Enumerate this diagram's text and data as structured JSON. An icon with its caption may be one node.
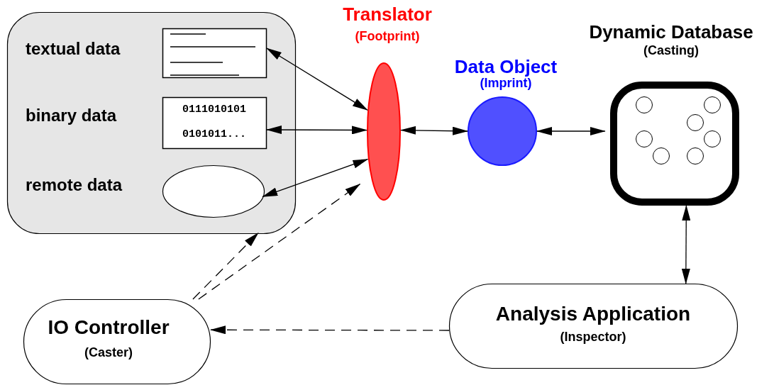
{
  "diagram": {
    "nodes": [
      {
        "text": [],
        "shape": "box"
      },
      {
        "text": [],
        "shape": "box",
        "in": 0,
        "beside": [
          "textual data"
        ]
      },
      {
        "text": [
          "0111010101",
          "0101011..."
        ],
        "in": 0,
        "beside": [
          "binary data"
        ]
      },
      {
        "text": [],
        "shape": "ellipse",
        "in": 0,
        "beside": [
          "remote data"
        ]
      },
      {
        "text": [
          "Translator",
          "(Footprint)"
        ]
      },
      {
        "text": [
          "Data Object",
          "(Imprint)"
        ]
      },
      {
        "text": [
          "Dynamic Database",
          "(Casting)"
        ]
      },
      {
        "text": [
          "Analysis Application",
          "(Inspector)"
        ]
      },
      {
        "text": [
          "IO Controller",
          "(Caster)"
        ]
      }
    ],
    "edges": [
      {
        "from": 1,
        "to": 4,
        "arrow": "both"
      },
      {
        "from": 2,
        "to": 4,
        "arrow": "both"
      },
      {
        "from": 3,
        "to": 4,
        "arrow": "both"
      },
      {
        "from": 4,
        "to": 5,
        "arrow": "both"
      },
      {
        "from": 5,
        "to": 6,
        "arrow": "both"
      },
      {
        "from": 6,
        "to": 7,
        "arrow": "both"
      },
      {
        "from": 7,
        "to": 8,
        "arrow": "to",
        "style": "dashed"
      },
      {
        "from": 8,
        "to": 0,
        "arrow": "to",
        "style": "dashed"
      },
      {
        "from": 8,
        "to": 4,
        "arrow": "to",
        "style": "dashed"
      }
    ]
  }
}
